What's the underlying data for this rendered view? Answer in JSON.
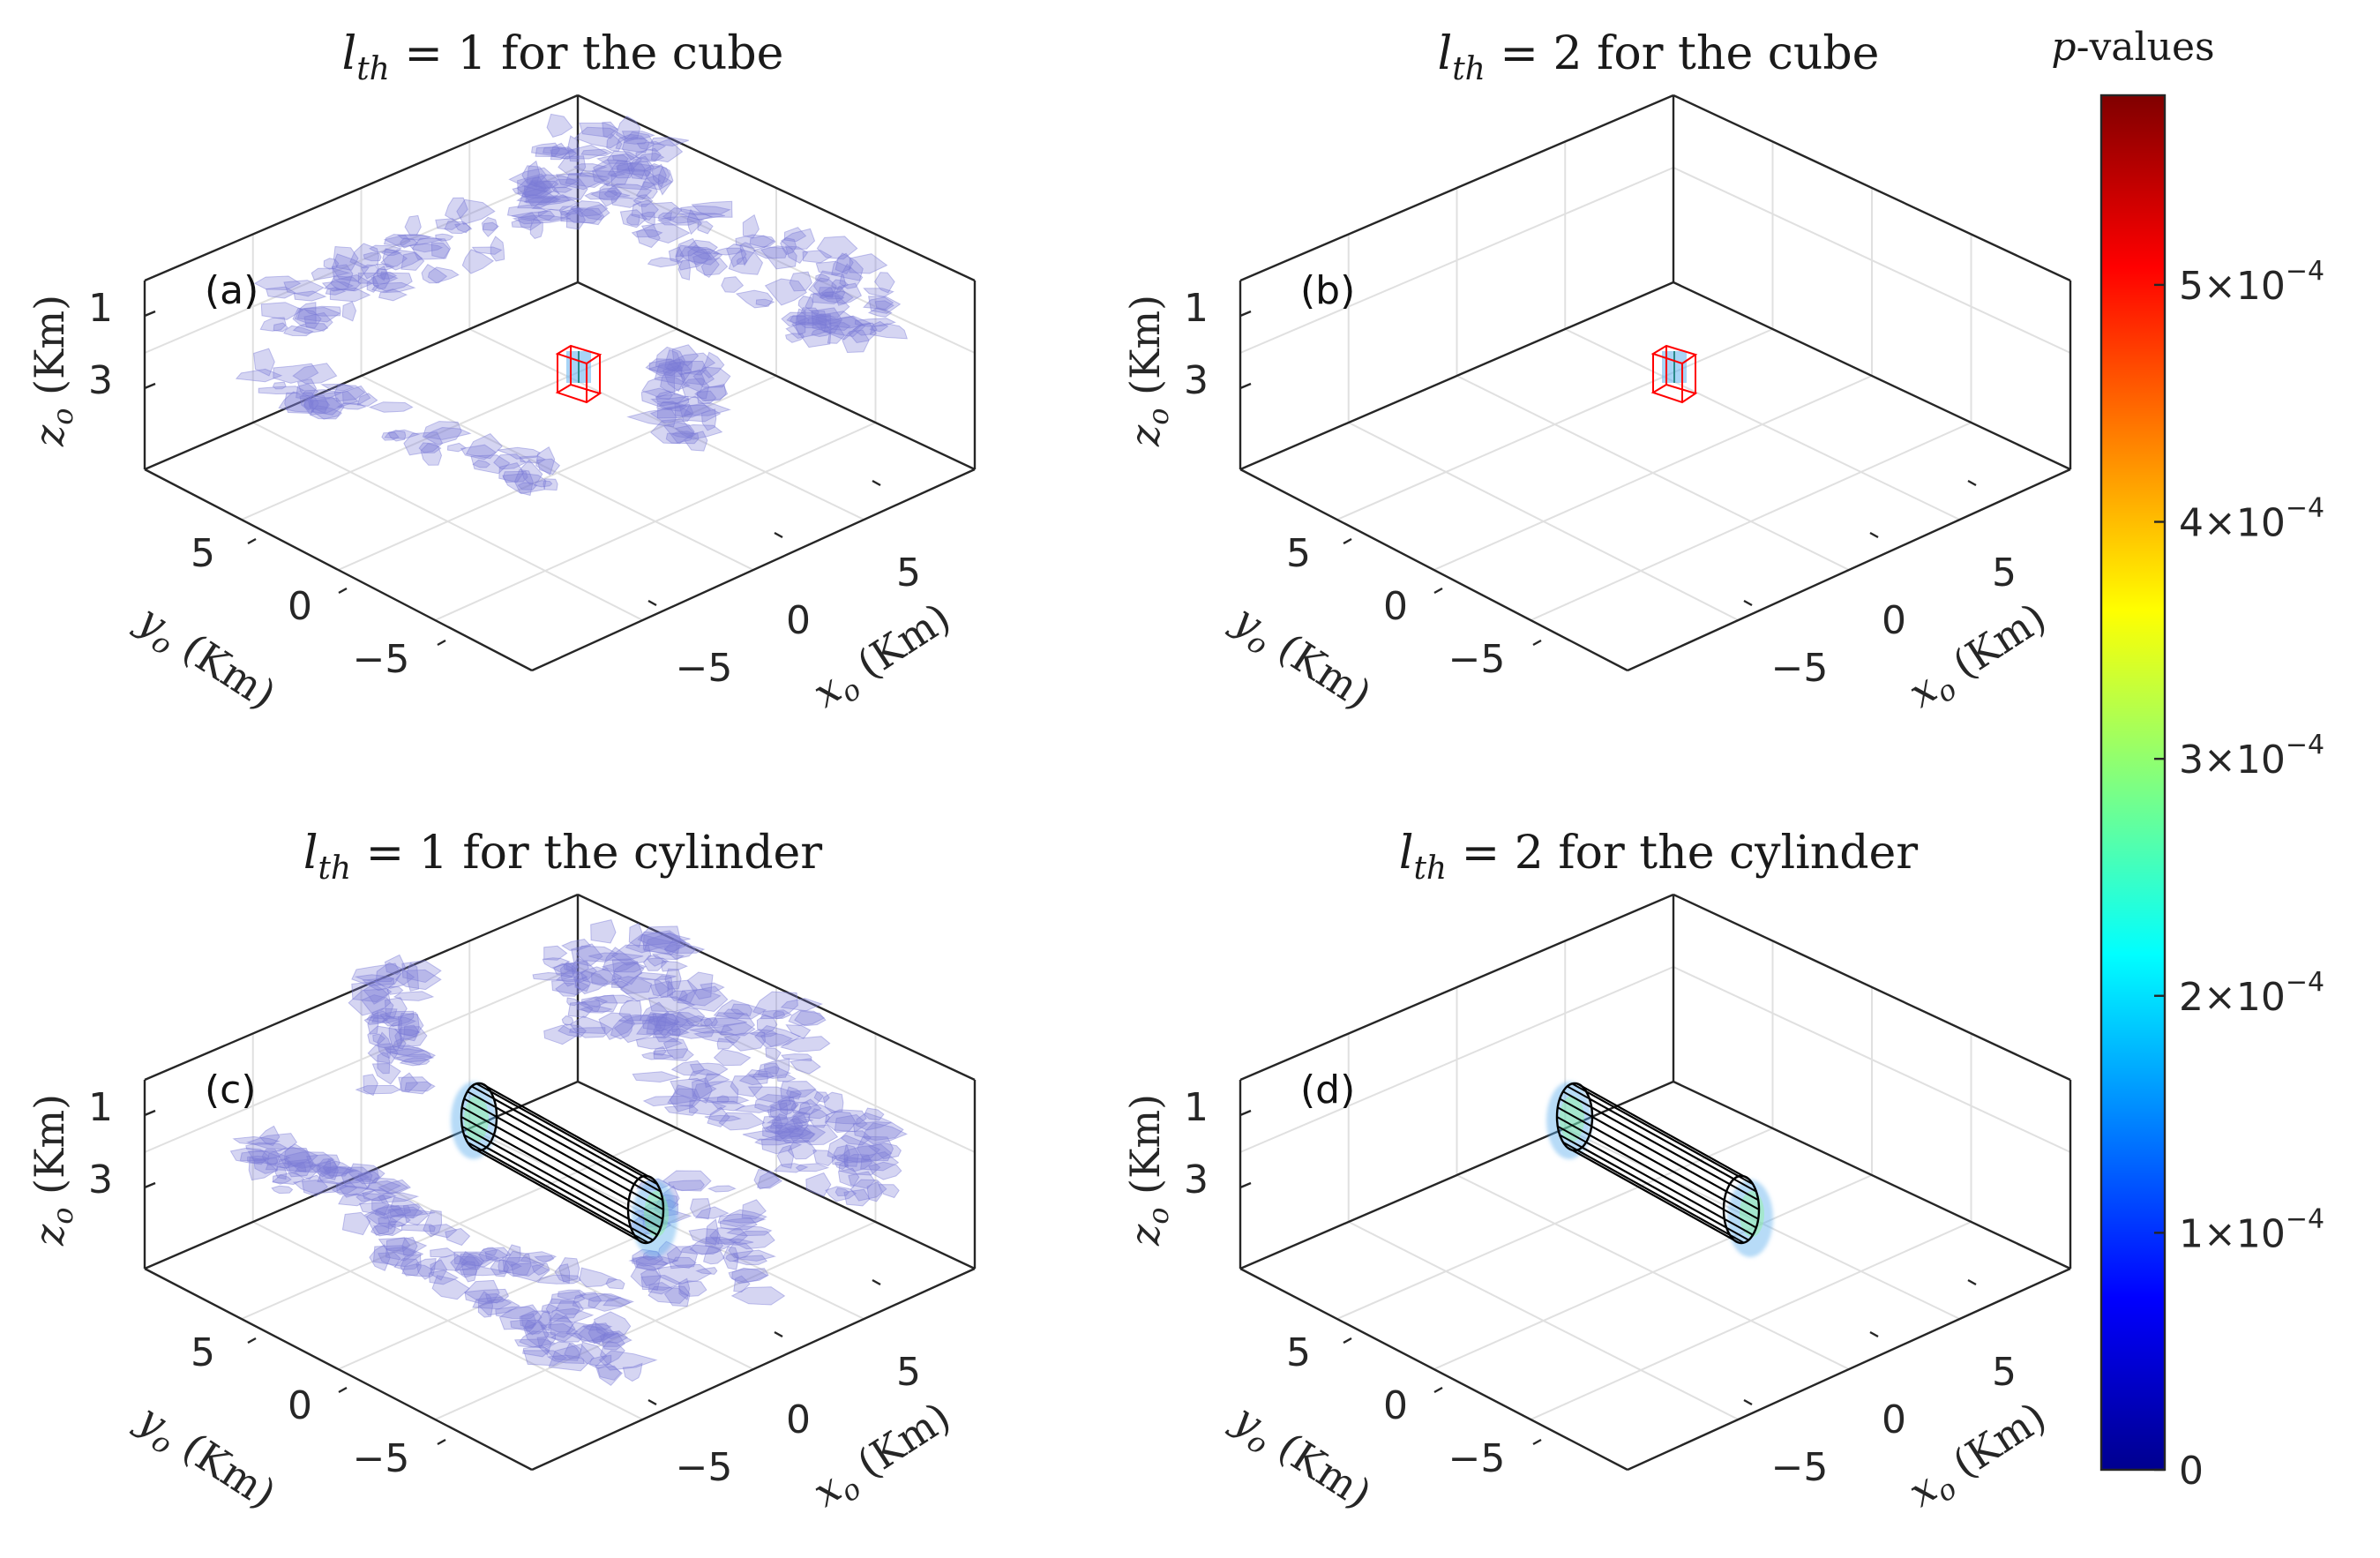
{
  "chart_data": [
    {
      "type": "3d-isosurface",
      "panel_label": "(a)",
      "title_var": "l",
      "title_sub": "th",
      "title_rest": " = 1 for the cube",
      "object": "cube",
      "threshold": 1,
      "xlabel": {
        "var": "x",
        "sub": "o",
        "unit": " (Km)"
      },
      "ylabel": {
        "var": "y",
        "sub": "o",
        "unit": " (Km)"
      },
      "zlabel": {
        "var": "z",
        "sub": "o",
        "unit": " (Km)"
      },
      "xticks": [
        "−5",
        "0",
        "5"
      ],
      "yticks": [
        "5",
        "0",
        "−5"
      ],
      "zticks": [
        "1",
        "3"
      ],
      "grid": true
    },
    {
      "type": "3d-isosurface",
      "panel_label": "(b)",
      "title_var": "l",
      "title_sub": "th",
      "title_rest": " = 2 for the cube",
      "object": "cube",
      "threshold": 2,
      "xlabel": {
        "var": "x",
        "sub": "o",
        "unit": " (Km)"
      },
      "ylabel": {
        "var": "y",
        "sub": "o",
        "unit": " (Km)"
      },
      "zlabel": {
        "var": "z",
        "sub": "o",
        "unit": " (Km)"
      },
      "xticks": [
        "−5",
        "0",
        "5"
      ],
      "yticks": [
        "5",
        "0",
        "−5"
      ],
      "zticks": [
        "1",
        "3"
      ],
      "grid": true
    },
    {
      "type": "3d-isosurface",
      "panel_label": "(c)",
      "title_var": "l",
      "title_sub": "th",
      "title_rest": " = 1 for the cylinder",
      "object": "cylinder",
      "threshold": 1,
      "xlabel": {
        "var": "x",
        "sub": "o",
        "unit": " (Km)"
      },
      "ylabel": {
        "var": "y",
        "sub": "o",
        "unit": " (Km)"
      },
      "zlabel": {
        "var": "z",
        "sub": "o",
        "unit": " (Km)"
      },
      "xticks": [
        "−5",
        "0",
        "5"
      ],
      "yticks": [
        "5",
        "0",
        "−5"
      ],
      "zticks": [
        "1",
        "3"
      ],
      "grid": true
    },
    {
      "type": "3d-isosurface",
      "panel_label": "(d)",
      "title_var": "l",
      "title_sub": "th",
      "title_rest": " = 2 for the cylinder",
      "object": "cylinder",
      "threshold": 2,
      "xlabel": {
        "var": "x",
        "sub": "o",
        "unit": " (Km)"
      },
      "ylabel": {
        "var": "y",
        "sub": "o",
        "unit": " (Km)"
      },
      "zlabel": {
        "var": "z",
        "sub": "o",
        "unit": " (Km)"
      },
      "xticks": [
        "−5",
        "0",
        "5"
      ],
      "yticks": [
        "5",
        "0",
        "−5"
      ],
      "zticks": [
        "1",
        "3"
      ],
      "grid": true
    }
  ],
  "colorbar": {
    "title_var": "p",
    "title_rest": "-values",
    "colormap": "jet",
    "range": [
      0,
      0.00058
    ],
    "ticks": [
      {
        "value": 0,
        "mant": "0",
        "exp": ""
      },
      {
        "value": 0.0001,
        "mant": "1×10",
        "exp": "−4"
      },
      {
        "value": 0.0002,
        "mant": "2×10",
        "exp": "−4"
      },
      {
        "value": 0.0003,
        "mant": "3×10",
        "exp": "−4"
      },
      {
        "value": 0.0004,
        "mant": "4×10",
        "exp": "−4"
      },
      {
        "value": 0.0005,
        "mant": "5×10",
        "exp": "−4"
      }
    ],
    "colors": [
      "#00008f",
      "#0000ff",
      "#0080ff",
      "#00ffff",
      "#80ff80",
      "#ffff00",
      "#ff8000",
      "#ff0000",
      "#800000"
    ]
  },
  "colors": {
    "scatter_fill": "#7b7bd6",
    "cube_edge": "#ff0000",
    "cylinder_edge": "#000000",
    "cylinder_cap": "#5fb0ee"
  }
}
